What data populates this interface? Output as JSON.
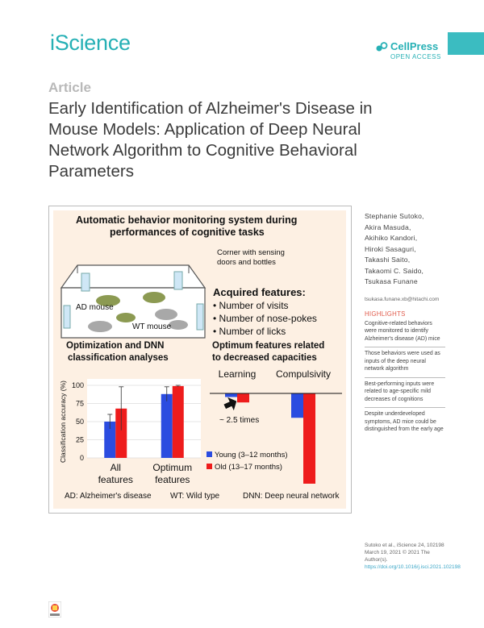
{
  "journal": "iScience",
  "publisher": {
    "name": "CellPress",
    "tag": "OPEN ACCESS"
  },
  "article_label": "Article",
  "title": "Early Identification of Alzheimer's Disease in Mouse Models: Application of Deep Neural Network Algorithm to Cognitive Behavioral Parameters",
  "graphical_abstract": {
    "heading_line1": "Automatic behavior monitoring system during",
    "heading_line2": "performances of cognitive tasks",
    "cage_label_line1": "Corner with sensing",
    "cage_label_line2": "doors and bottles",
    "ad_mouse": "AD mouse",
    "wt_mouse": "WT mouse",
    "acquired_heading": "Acquired features:",
    "acquired_items": [
      "• Number of visits",
      "• Number of nose-pokes",
      "• Number of licks"
    ],
    "left_panel_title_line1": "Optimization and DNN",
    "left_panel_title_line2": "classification analyses",
    "right_panel_title_line1": "Optimum features related",
    "right_panel_title_line2": "to decreased capacities",
    "footer_ad": "AD: Alzheimer's disease",
    "footer_wt": "WT: Wild type",
    "footer_dnn": "DNN: Deep neural network"
  },
  "chart_data": [
    {
      "type": "bar",
      "ylabel": "Classification accuracy (%)",
      "ylim": [
        0,
        100
      ],
      "yticks": [
        "0",
        "25",
        "50",
        "75",
        "100"
      ],
      "categories": [
        "All features",
        "Optimum features"
      ],
      "series": [
        {
          "name": "Young (3–12 months)",
          "color": "#2b4ce0",
          "values": [
            50,
            88
          ],
          "errors": [
            10,
            10
          ]
        },
        {
          "name": "Old (13–17 months)",
          "color": "#ee1c1c",
          "values": [
            68,
            99
          ],
          "errors": [
            30,
            1
          ]
        }
      ]
    },
    {
      "type": "bar",
      "categories": [
        "Learning",
        "Compulsivity"
      ],
      "annotation": "~ 2.5 times",
      "series": [
        {
          "name": "Young (3–12 months)",
          "color": "#2b4ce0",
          "values": [
            -4,
            -27
          ]
        },
        {
          "name": "Old (13–17 months)",
          "color": "#ee1c1c",
          "values": [
            -10,
            -100
          ]
        }
      ],
      "legend": [
        "Young (3–12 months)",
        "Old (13–17 months)"
      ]
    }
  ],
  "sidebar": {
    "authors": [
      "Stephanie Sutoko,",
      "Akira Masuda,",
      "Akihiko Kandori,",
      "Hiroki Sasaguri,",
      "Takashi Saito,",
      "Takaomi C. Saido,",
      "Tsukasa Funane"
    ],
    "email": "tsukasa.funane.xb@hitachi.com",
    "highlights_heading": "HIGHLIGHTS",
    "highlights": [
      "Cognitive-related behaviors were monitored to identify Alzheimer's disease (AD) mice",
      "Those behaviors were used as inputs of the deep neural network algorithm",
      "Best-performing inputs were related to age-specific mild decreases of cognitions",
      "Despite underdeveloped symptoms, AD mice could be distinguished from the early age"
    ]
  },
  "citation": {
    "line1": "Sutoko et al., iScience 24, 102198",
    "line2": "March 19, 2021 © 2021 The Author(s).",
    "doi": "https://doi.org/10.1016/j.isci.2021.102198"
  },
  "colors": {
    "brand": "#26b0b5",
    "young": "#2b4ce0",
    "old": "#ee1c1c",
    "highlight_head": "#e05a4a",
    "ga_bg": "#fdf0e3"
  }
}
